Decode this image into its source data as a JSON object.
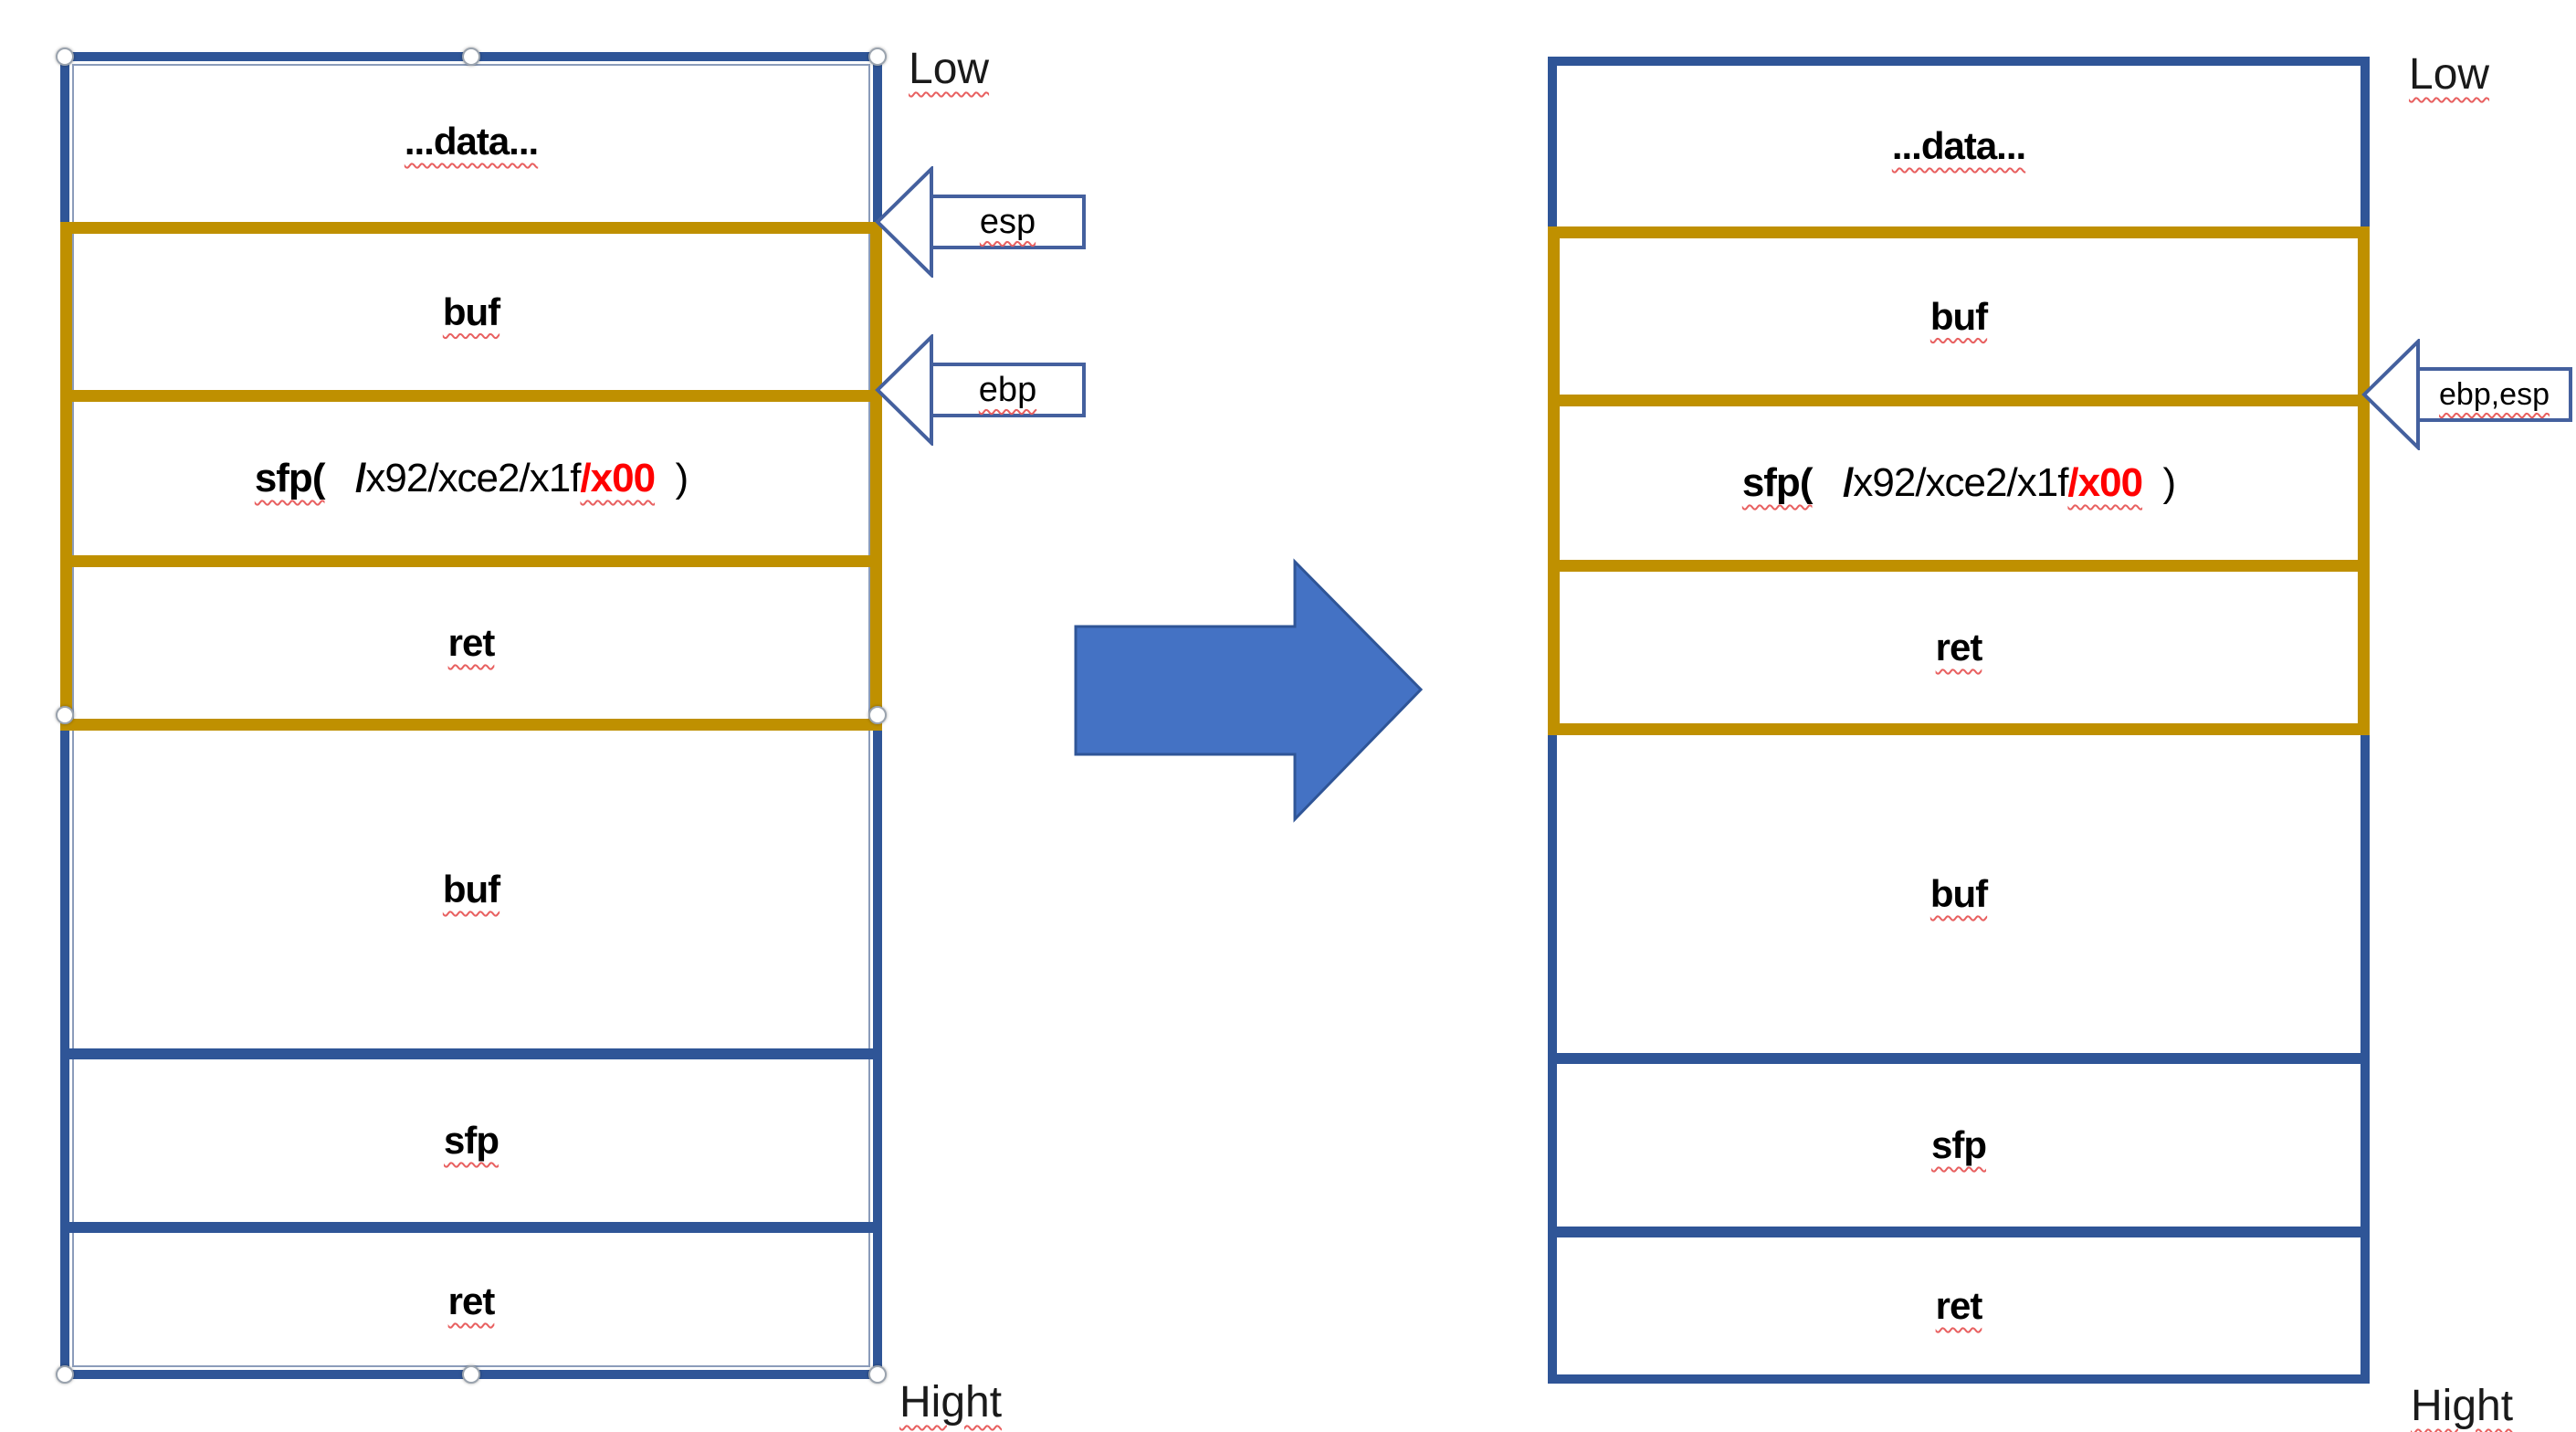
{
  "labels": {
    "low": "Low",
    "hight": "Hight"
  },
  "rows": {
    "data": "...data...",
    "buf": "buf",
    "sfp": "sfp",
    "ret": "ret"
  },
  "sfp_line": {
    "open": "sfp(",
    "gap": "   ",
    "slash": "/",
    "body": "x92/xce2/x1f",
    "null_byte": "/x00",
    "gap2": "  ",
    "close": ")"
  },
  "pointers": {
    "esp": "esp",
    "ebp": "ebp",
    "ebp_esp": "ebp,esp"
  },
  "colors": {
    "stack_border": "#2F5597",
    "overflow_border": "#BF9000",
    "arrow_fill": "#4472C4",
    "arrow_stroke": "#2F5597",
    "pointer_stroke": "#44609E",
    "null_byte_color": "#FF0000",
    "squiggle": "#E86060"
  }
}
